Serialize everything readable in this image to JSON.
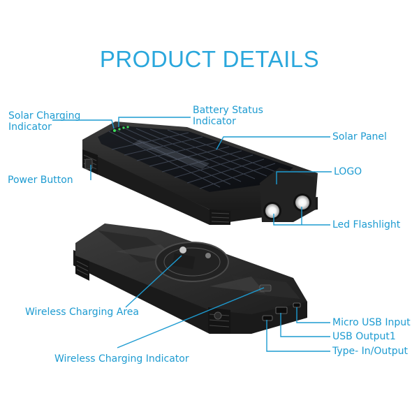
{
  "title": "PRODUCT DETAILS",
  "colors": {
    "accent": "#2aa7dc",
    "label": "#1d9bd1",
    "device_body": "#2b2b2b",
    "led_green": "#3ddc5a"
  },
  "labels": {
    "solar_charging_line1": "Solar Charging",
    "solar_charging_line2": "Indicator",
    "battery_status_line1": "Battery Status",
    "battery_status_line2": "Indicator",
    "solar_panel": "Solar Panel",
    "power_button": "Power Button",
    "logo": "LOGO",
    "led_flashlight": "Led Flashlight",
    "wireless_charging_area": "Wireless Charging Area",
    "micro_usb_input": "Micro USB Input",
    "usb_output1": "USB Output1",
    "type_in_output": "Type- In/Output",
    "wireless_charging_indicator": "Wireless Charging Indicator"
  },
  "icons": [
    "solar-panel-grid",
    "flashlight-led-icon",
    "wireless-charging-coil-icon",
    "battery-led-indicator-icon"
  ]
}
